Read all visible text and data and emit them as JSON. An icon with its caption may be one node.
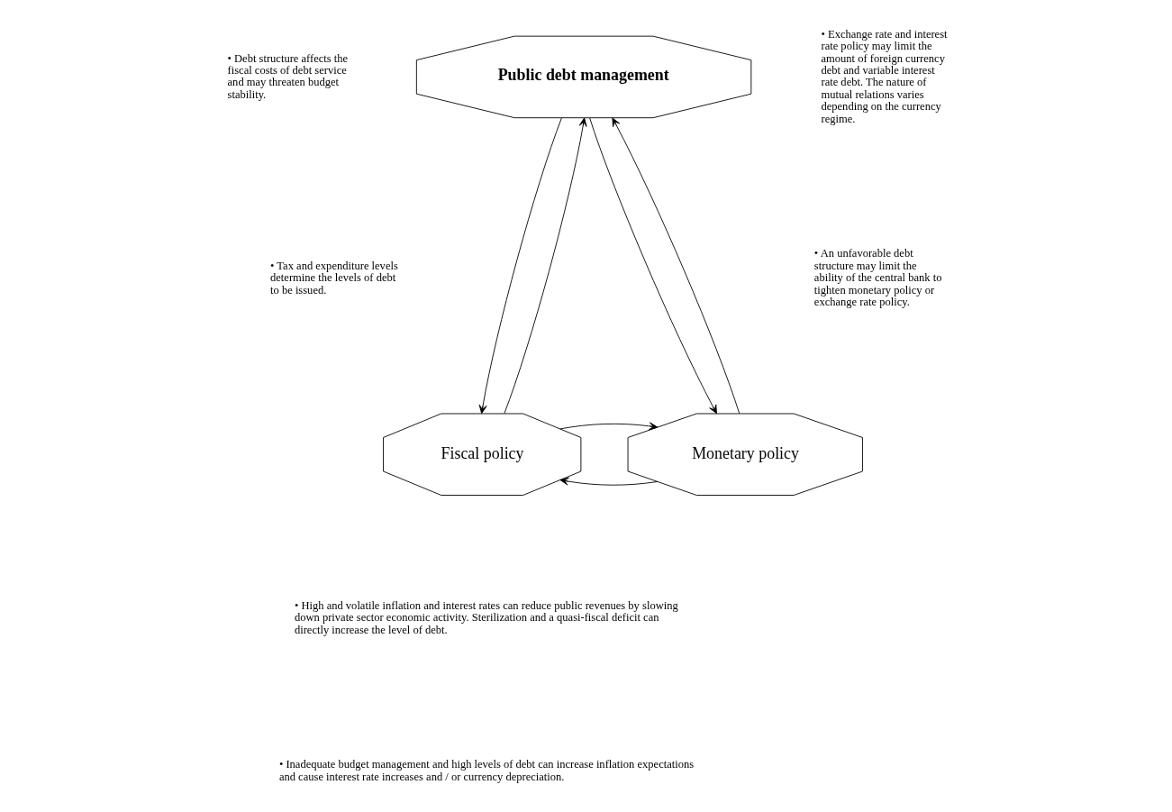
{
  "diagram": {
    "nodes": [
      {
        "text": [
          "Public debt management"
        ]
      },
      {
        "text": [
          "Fiscal policy"
        ]
      },
      {
        "text": [
          "Monetary policy"
        ]
      }
    ],
    "edges": [
      {
        "from": 0,
        "to": 1,
        "arrow": "to"
      },
      {
        "from": 1,
        "to": 0,
        "arrow": "to"
      },
      {
        "from": 0,
        "to": 2,
        "arrow": "to"
      },
      {
        "from": 2,
        "to": 0,
        "arrow": "to"
      },
      {
        "from": 2,
        "to": 1,
        "arrow": "to"
      },
      {
        "from": 1,
        "to": 2,
        "arrow": "to"
      }
    ],
    "labels": [
      "• Debt structure affects the fiscal costs of debt service and may threaten budget stability.",
      "• Tax and expenditure levels determine the levels of debt to be issued.",
      "• Exchange rate and interest rate policy may limit the amount of foreign currency debt and variable interest rate debt. The nature of mutual relations varies depending on the currency regime.",
      "• An unfavorable debt structure may limit the ability of the central bank to tighten monetary policy or exchange rate policy.",
      "• High and volatile inflation and interest rates can reduce public revenues by slowing down private sector economic activity. Sterilization and a quasi-fiscal deficit can directly increase the level of debt.",
      "• Inadequate budget management and high levels of debt can increase inflation expectations and cause interest rate increases and / or currency depreciation."
    ]
  }
}
